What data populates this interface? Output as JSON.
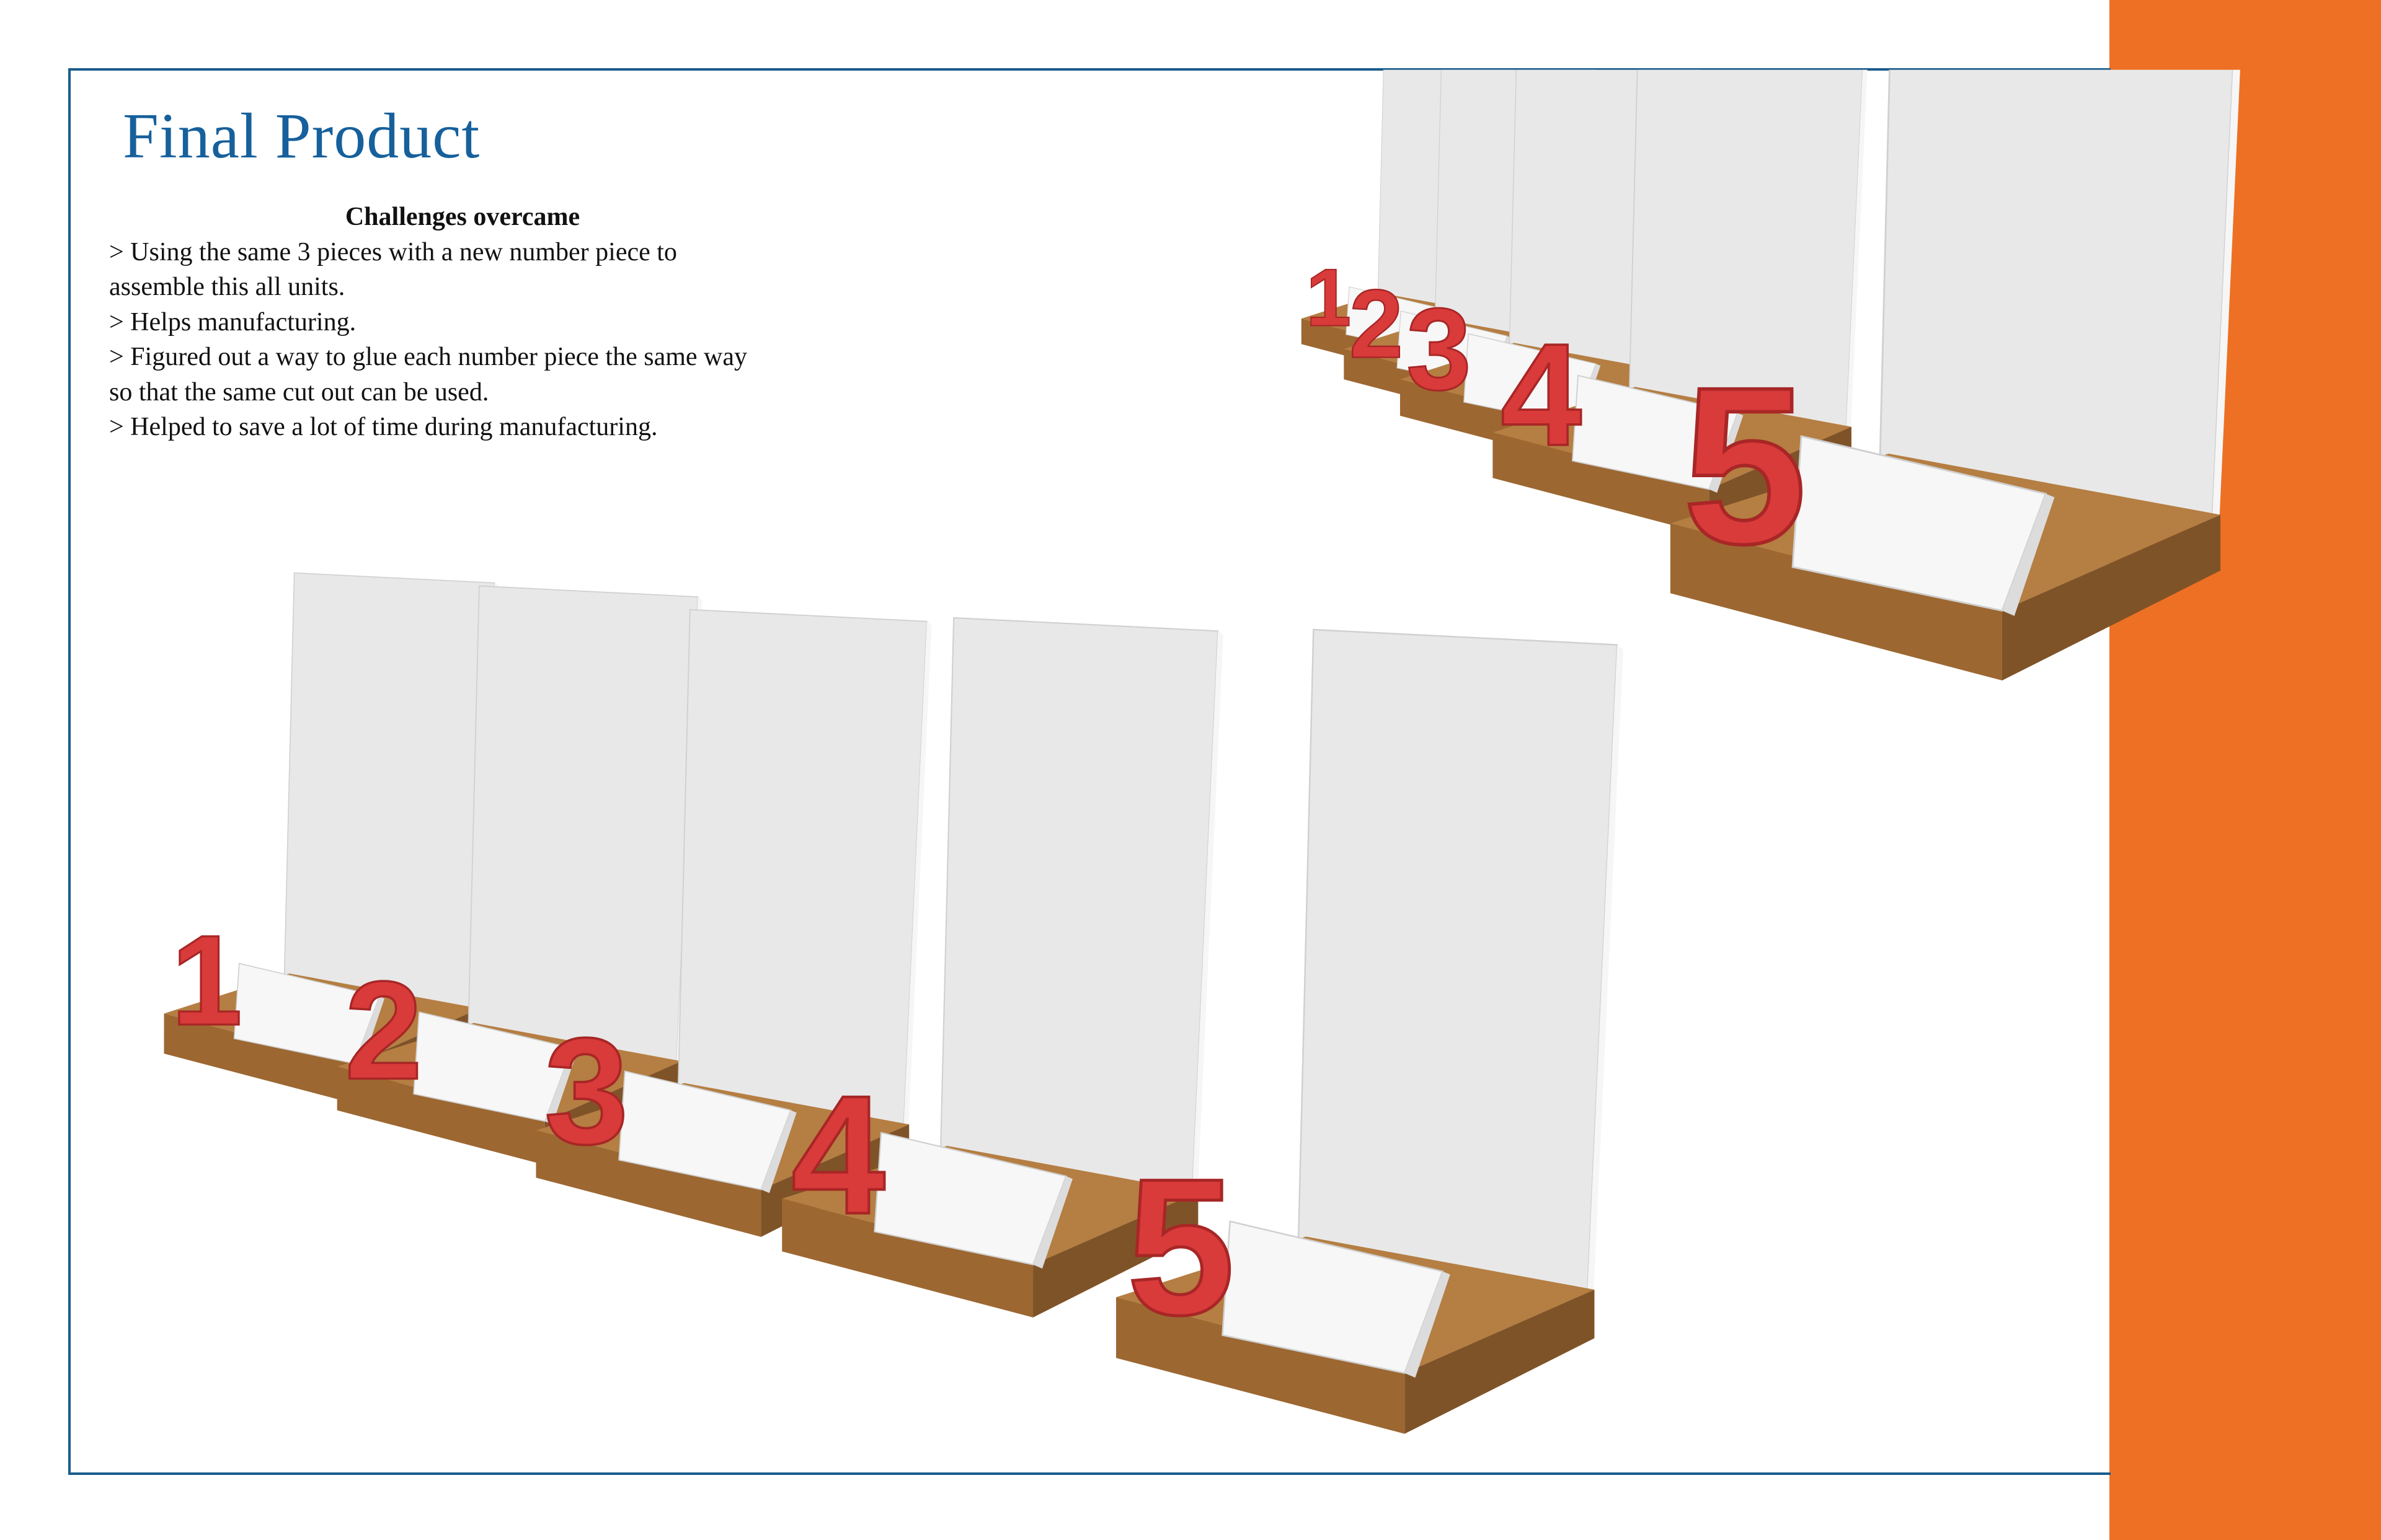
{
  "title": "Final Product",
  "challenges": {
    "heading": "Challenges overcame",
    "lines": [
      "> Using the same 3 pieces with a new number piece to",
      "assemble this all units.",
      "> Helps manufacturing.",
      "> Figured out a way to glue each number piece the same way",
      "so that the same cut out can be used.",
      "> Helped to save a lot of  time during manufacturing."
    ]
  },
  "render": {
    "numbers": [
      "1",
      "2",
      "3",
      "4",
      "5"
    ]
  },
  "colors": {
    "accent": "#ED7024",
    "title": "#16609c",
    "frame": "#1a5c8c",
    "number": "#d93a3a"
  }
}
